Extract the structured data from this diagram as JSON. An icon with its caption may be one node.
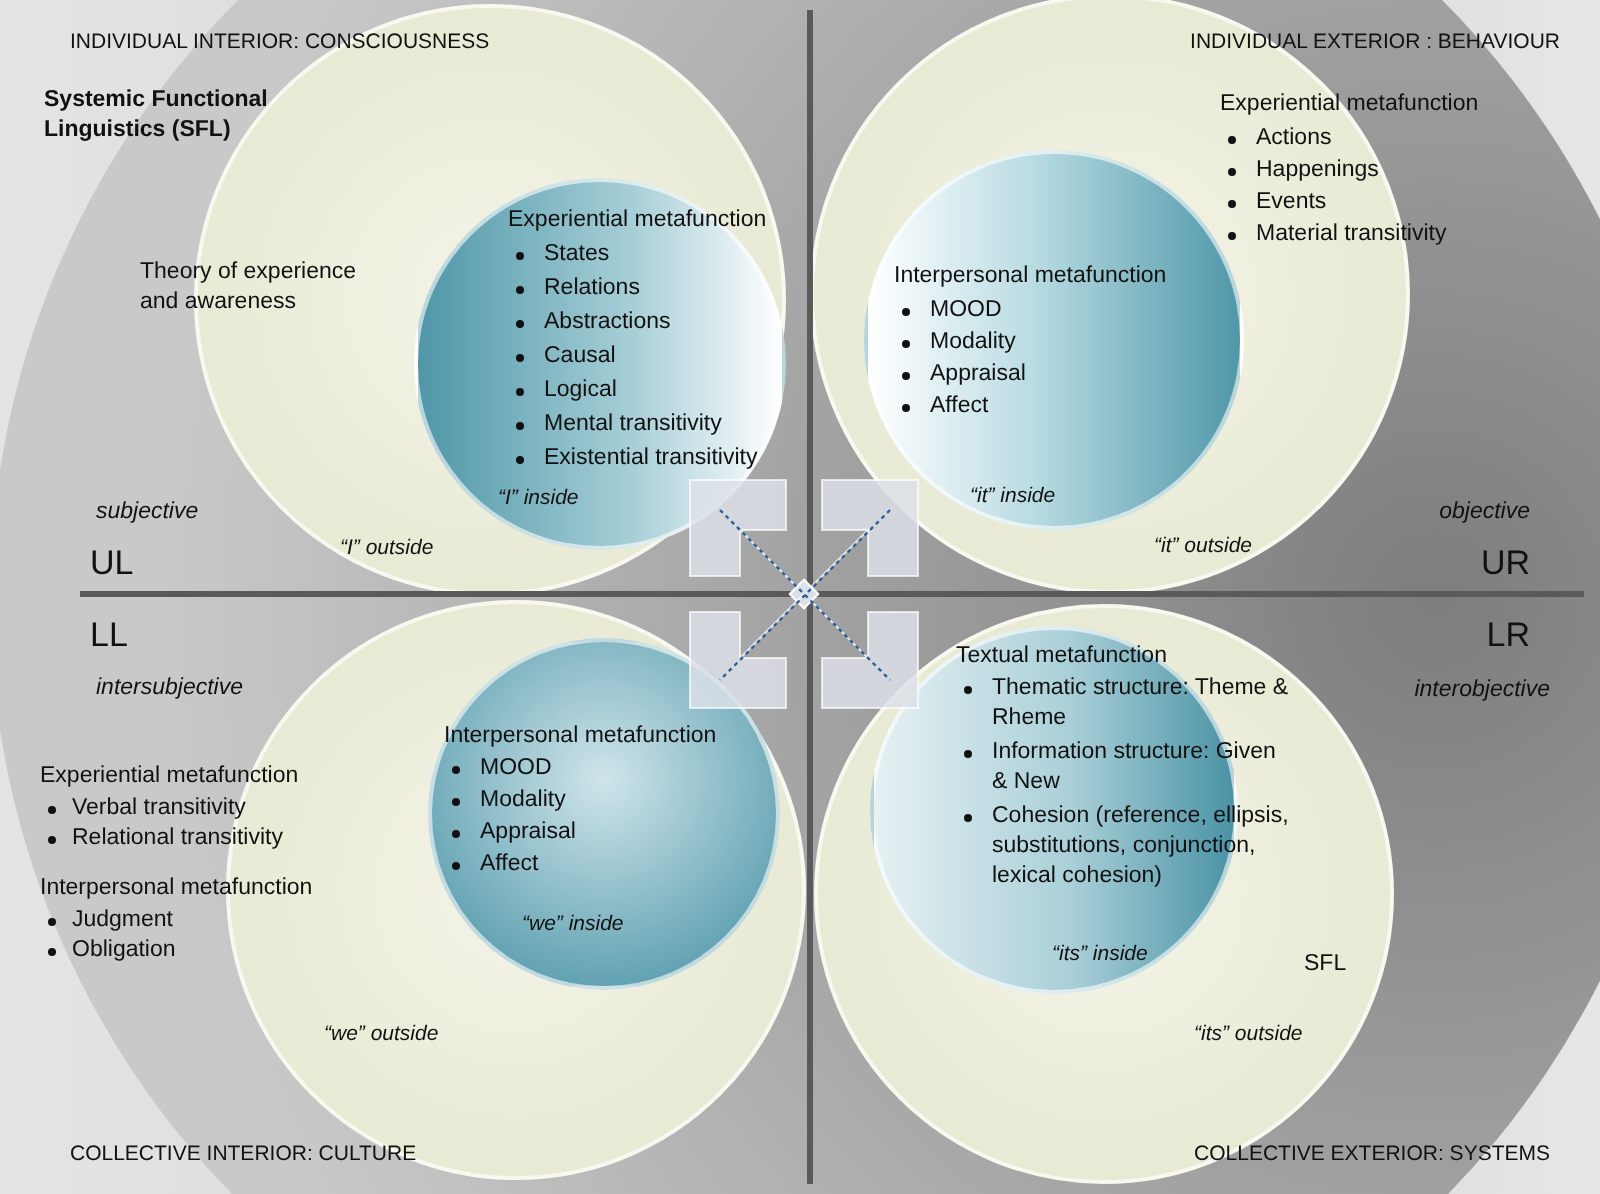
{
  "diagram": {
    "nodes": [
      {
        "text": [
          "“I” outside"
        ]
      },
      {
        "text": [
          "Experiential metafunction",
          "States",
          "Relations",
          "Abstractions",
          "Causal",
          "Logical",
          "Mental transitivity",
          "Existential transitivity",
          "“I” inside"
        ],
        "in": 0
      },
      {
        "text": [
          "Experiential metafunction",
          "Actions",
          "Happenings",
          "Events",
          "Material transitivity",
          "“it” outside"
        ]
      },
      {
        "text": [
          "Interpersonal metafunction",
          "MOOD",
          "Modality",
          "Appraisal",
          "Affect",
          "“it” inside"
        ],
        "in": 2
      },
      {
        "text": [
          "“we” outside"
        ]
      },
      {
        "text": [
          "Interpersonal metafunction",
          "MOOD",
          "Modality",
          "Appraisal",
          "Affect",
          "“we” inside"
        ],
        "in": 4
      },
      {
        "text": [
          "SFL",
          "“its” outside"
        ]
      },
      {
        "text": [
          "Textual metafunction",
          "Thematic structure: Theme & Rheme",
          "Information structure: Given & New",
          "Cohesion (reference, ellipsis, substitutions, conjunction, lexical cohesion)",
          "“its” inside"
        ],
        "in": 6
      }
    ],
    "labels": [
      "INDIVIDUAL INTERIOR: CONSCIOUSNESS",
      "INDIVIDUAL EXTERIOR : BEHAVIOUR",
      "Systemic Functional Linguistics (SFL)",
      "Theory of experience and awareness",
      "subjective",
      "objective",
      "UL",
      "UR",
      "LL",
      "LR",
      "intersubjective",
      "interobjective",
      "Experiential metafunction",
      "Verbal transitivity",
      "Relational transitivity",
      "Interpersonal metafunction",
      "Judgment",
      "Obligation",
      "COLLECTIVE INTERIOR: CULTURE",
      "COLLECTIVE EXTERIOR: SYSTEMS"
    ]
  }
}
